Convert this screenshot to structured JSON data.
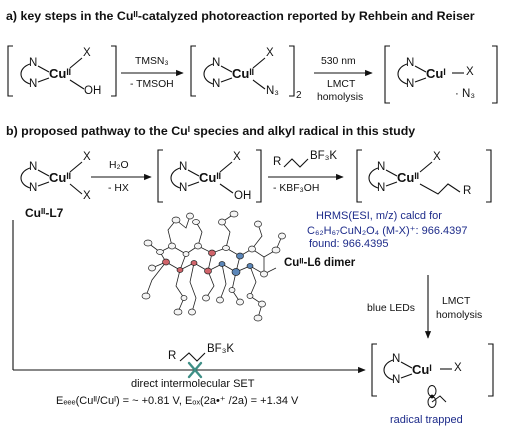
{
  "section_a": {
    "title": "a) key steps in the Cuᴵᴵ-catalyzed photoreaction reported by Rehbein and Reiser",
    "struct1": {
      "ligand_n_top": "N",
      "ligand_n_bottom": "N",
      "metal": "Cuᴵᴵ",
      "x_ligand": "X",
      "oh_ligand": "OH"
    },
    "arrow1": {
      "top": "TMSN₃",
      "bottom": "- TMSOH"
    },
    "struct2": {
      "ligand_n_top": "N",
      "ligand_n_bottom": "N",
      "metal": "Cuᴵᴵ",
      "x_ligand": "X",
      "n3_ligand": "N₃",
      "subscript": "2"
    },
    "arrow2": {
      "top": "530 nm",
      "bottom_1": "LMCT",
      "bottom_2": "homolysis"
    },
    "struct3": {
      "ligand_n_top": "N",
      "ligand_n_bottom": "N",
      "metal": "Cuᴵ",
      "x_ligand": "X",
      "radical": "· N₃"
    }
  },
  "section_b": {
    "title": "b) proposed pathway to the Cuᴵ species and alkyl radical in this study",
    "struct1": {
      "ligand_n_top": "N",
      "ligand_n_bottom": "N",
      "metal": "Cuᴵᴵ",
      "x_top": "X",
      "x_bottom": "X",
      "label": "Cuᴵᴵ-L7"
    },
    "arrow1": {
      "top": "H₂O",
      "bottom": "- HX"
    },
    "struct2": {
      "ligand_n_top": "N",
      "ligand_n_bottom": "N",
      "metal": "Cuᴵᴵ",
      "x_ligand": "X",
      "oh_ligand": "OH"
    },
    "arrow2": {
      "reagent_r": "R",
      "reagent_bf3k": "BF₃K",
      "bottom": "- KBF₃OH"
    },
    "struct3": {
      "ligand_n_top": "N",
      "ligand_n_bottom": "N",
      "metal": "Cuᴵᴵ",
      "x_ligand": "X",
      "r_group": "R"
    },
    "hrms": {
      "line1": "HRMS(ESI, m/z) calcd for",
      "line2": "C₆₂H₆₇CuN₂O₄ (M-X)⁺: 966.4397",
      "line3": "found: 966.4395"
    },
    "crystal_label": "Cuᴵᴵ-L6 dimer",
    "down_arrow": {
      "left": "blue LEDs",
      "right_1": "LMCT",
      "right_2": "homolysis"
    },
    "struct4": {
      "ligand_n_top": "N",
      "ligand_n_bottom": "N",
      "metal": "Cuᴵ",
      "x_ligand": "X",
      "caption": "radical trapped"
    },
    "set_arrow": {
      "reagent_r": "R",
      "reagent_bf3k": "BF₃K",
      "label": "direct intermolecular SET",
      "potentials": "Eₑₑₑ(Cuᴵᴵ/Cuᴵ) = ~ +0.81 V, Eₒₓ(2a•⁺ /2a) = +1.34 V"
    }
  },
  "colors": {
    "text": "#111111",
    "hrms_blue": "#1d2b8a",
    "cross": "#3f8f86",
    "crystal_red": "#d0646a",
    "crystal_blue": "#5b86b8"
  }
}
